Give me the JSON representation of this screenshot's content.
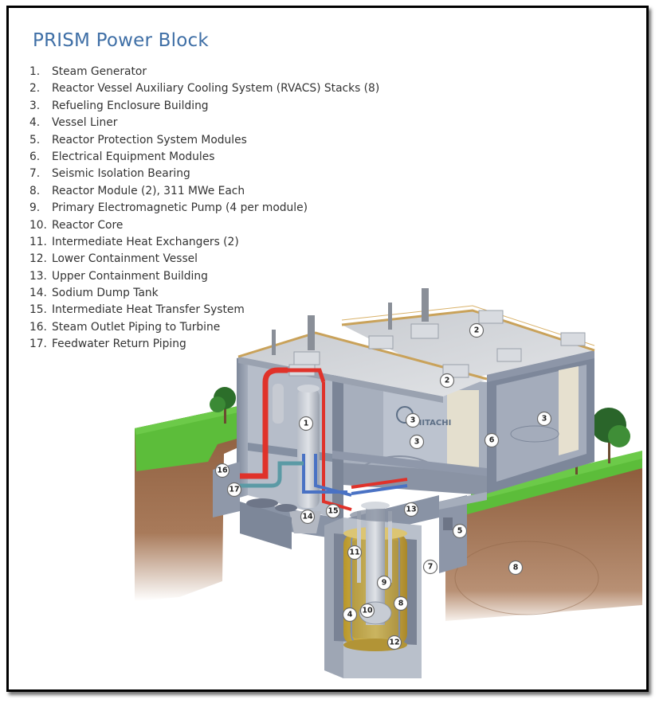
{
  "title": "PRISM Power Block",
  "legend": [
    {
      "num": "1.",
      "label": "Steam Generator"
    },
    {
      "num": "2.",
      "label": "Reactor Vessel Auxiliary Cooling System (RVACS) Stacks (8)"
    },
    {
      "num": "3.",
      "label": "Refueling Enclosure Building"
    },
    {
      "num": "4.",
      "label": "Vessel Liner"
    },
    {
      "num": "5.",
      "label": "Reactor Protection System Modules"
    },
    {
      "num": "6.",
      "label": "Electrical Equipment Modules"
    },
    {
      "num": "7.",
      "label": "Seismic Isolation Bearing"
    },
    {
      "num": "8.",
      "label": "Reactor Module (2), 311 MWe Each"
    },
    {
      "num": "9.",
      "label": "Primary Electromagnetic Pump (4 per module)"
    },
    {
      "num": "10.",
      "label": "Reactor Core"
    },
    {
      "num": "11.",
      "label": "Intermediate Heat Exchangers (2)"
    },
    {
      "num": "12.",
      "label": "Lower Containment Vessel"
    },
    {
      "num": "13.",
      "label": "Upper Containment Building"
    },
    {
      "num": "14.",
      "label": "Sodium Dump Tank"
    },
    {
      "num": "15.",
      "label": "Intermediate Heat Transfer System"
    },
    {
      "num": "16.",
      "label": "Steam Outlet Piping to Turbine"
    },
    {
      "num": "17.",
      "label": "Feedwater Return Piping"
    }
  ],
  "callouts": [
    "1",
    "2",
    "2",
    "3",
    "3",
    "3",
    "4",
    "5",
    "6",
    "7",
    "8",
    "8",
    "9",
    "10",
    "11",
    "12",
    "13",
    "14",
    "15",
    "16",
    "17"
  ],
  "logo_text": "HITACHI",
  "colors": {
    "title": "#3f6fa6",
    "grass": "#5cbd3a",
    "soil": "#8a5a3a",
    "concrete": "#9aa3b2",
    "hot_pipe": "#e0322a",
    "cold_pipe": "#4a72c4",
    "vessel": "#c9a83a"
  }
}
